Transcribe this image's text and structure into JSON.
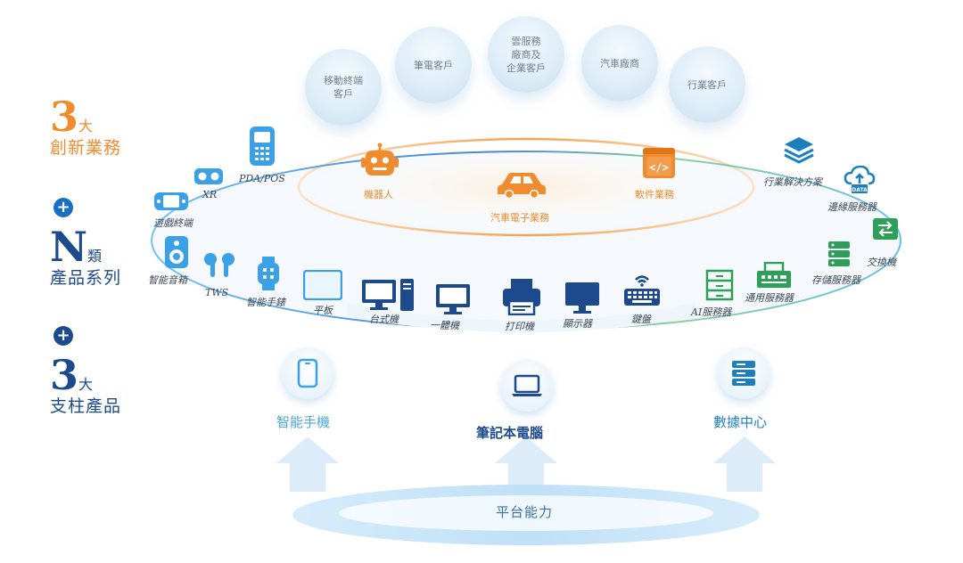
{
  "legend": {
    "innovation": {
      "number": "3",
      "suffix": "大",
      "label": "創新業務"
    },
    "product": {
      "number": "N",
      "suffix": "類",
      "label": "產品系列"
    },
    "pillar": {
      "number": "3",
      "suffix": "大",
      "label": "支柱產品"
    },
    "plus": "+"
  },
  "customers": [
    "移動終端\n客戶",
    "筆電客戶",
    "雲服務\n廠商及\n企業客戶",
    "汽車廠商",
    "行業客戶"
  ],
  "innovations": {
    "robot": "機器人",
    "auto": "汽車電子業務",
    "software": "軟件業務"
  },
  "mobile_items": {
    "pda": "PDA/POS",
    "xr": "XR",
    "game": "遊戲終端",
    "speaker": "智能音箱",
    "tws": "TWS",
    "watch": "智能手錶",
    "tablet": "平板"
  },
  "pc_items": {
    "desktop": "台式機",
    "aio": "一體機",
    "printer": "打印機",
    "monitor": "顯示器",
    "keyboard": "鍵盤"
  },
  "dc_items": {
    "ai_server": "AI服務器",
    "general_server": "通用服務器",
    "storage": "存儲服務器",
    "switch": "交換機",
    "edge": "邊緣服務器",
    "solutions": "行業解決方案",
    "data_tag": "DATA"
  },
  "pillars": {
    "phone": "智能手機",
    "laptop": "筆記本電腦",
    "datacenter": "數據中心"
  },
  "platform": "平台能力",
  "colors": {
    "orange": "#f08c2e",
    "blue": "#1a6fc4",
    "navy": "#1d4a8c",
    "light_blue": "#3aa0e8",
    "green": "#3aa95a",
    "teal_text": "#4ba6de"
  }
}
